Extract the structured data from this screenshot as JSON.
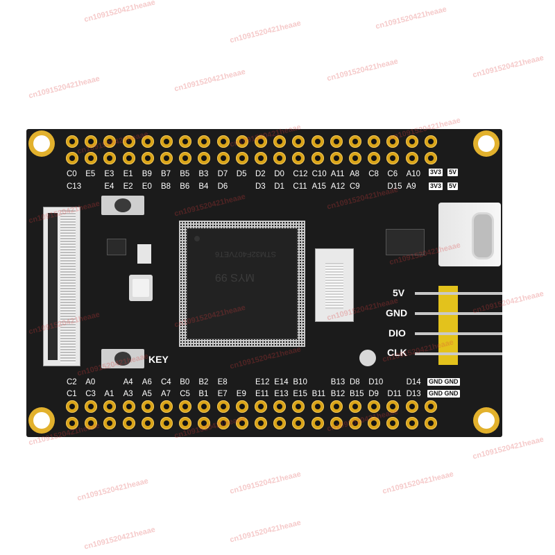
{
  "image": {
    "background": "#ffffff",
    "board_color": "#1b1b1b",
    "pad_color": "#d9a419",
    "header_color": "#e3c21c"
  },
  "top_labels_row1": [
    "C0",
    "E5",
    "E3",
    "E1",
    "B9",
    "B7",
    "B5",
    "B3",
    "D7",
    "D5",
    "D2",
    "D0",
    "C12",
    "C10",
    "A11",
    "A8",
    "C8",
    "C6",
    "A10"
  ],
  "top_labels_row2": [
    "C13",
    "",
    "E4",
    "E2",
    "E0",
    "B8",
    "B6",
    "B4",
    "D6",
    "",
    "D3",
    "D1",
    "C11",
    "A15",
    "A12",
    "C9",
    "",
    "D15",
    "A9"
  ],
  "top_power_tags": [
    "3V3",
    "5V",
    "3V3",
    "5V"
  ],
  "bottom_labels_row1": [
    "C2",
    "A0",
    "",
    "A4",
    "A6",
    "C4",
    "B0",
    "B2",
    "E8",
    "",
    "E12",
    "E14",
    "B10",
    "",
    "B13",
    "D8",
    "D10",
    "",
    "D14"
  ],
  "bottom_labels_row2": [
    "C1",
    "C3",
    "A1",
    "A3",
    "A5",
    "A7",
    "C5",
    "B1",
    "E7",
    "E9",
    "E11",
    "E13",
    "E15",
    "B11",
    "B12",
    "B15",
    "D9",
    "D11",
    "D13"
  ],
  "bottom_gnd_tags": [
    "GND GND",
    "GND GND"
  ],
  "header_labels": [
    "5V",
    "GND",
    "DIO",
    "CLK"
  ],
  "key_label": "KEY",
  "chip_markings": [
    "STM32F407VET6",
    "MYS 99"
  ],
  "watermark": "cn1091520421heaae",
  "icons": [
    "pin-pad-icon",
    "mounting-hole-icon",
    "usb-c-connector-icon",
    "tft-fpc-connector-icon",
    "push-button-icon",
    "mcu-chip-icon",
    "crystal-icon",
    "pin-header-icon"
  ]
}
